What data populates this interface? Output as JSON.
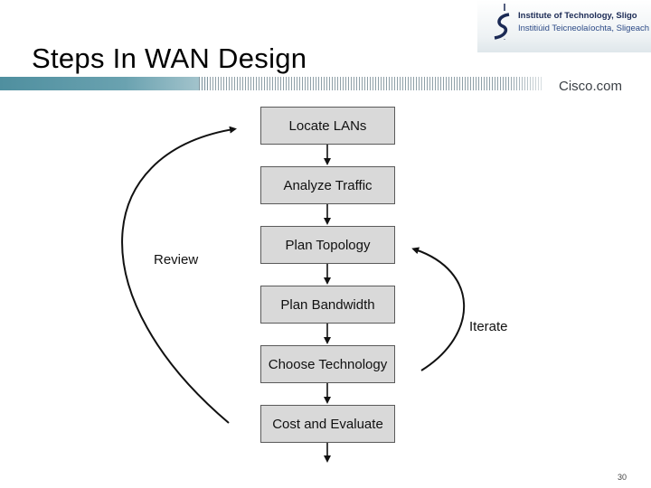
{
  "slide": {
    "title": "Steps In WAN Design",
    "page_number": "30"
  },
  "branding": {
    "institute_line1": "Institute of Technology, Sligo",
    "institute_line2": "Institiúid Teicneolaíochta, Sligeach",
    "cisco_text": "Cisco.com"
  },
  "diagram": {
    "steps": [
      "Locate LANs",
      "Analyze Traffic",
      "Plan Topology",
      "Plan Bandwidth",
      "Choose Technology",
      "Cost and Evaluate"
    ],
    "review_label": "Review",
    "iterate_label": "Iterate"
  },
  "colors": {
    "box_fill": "#d9d9d9",
    "header_teal": "#5b96a5"
  }
}
